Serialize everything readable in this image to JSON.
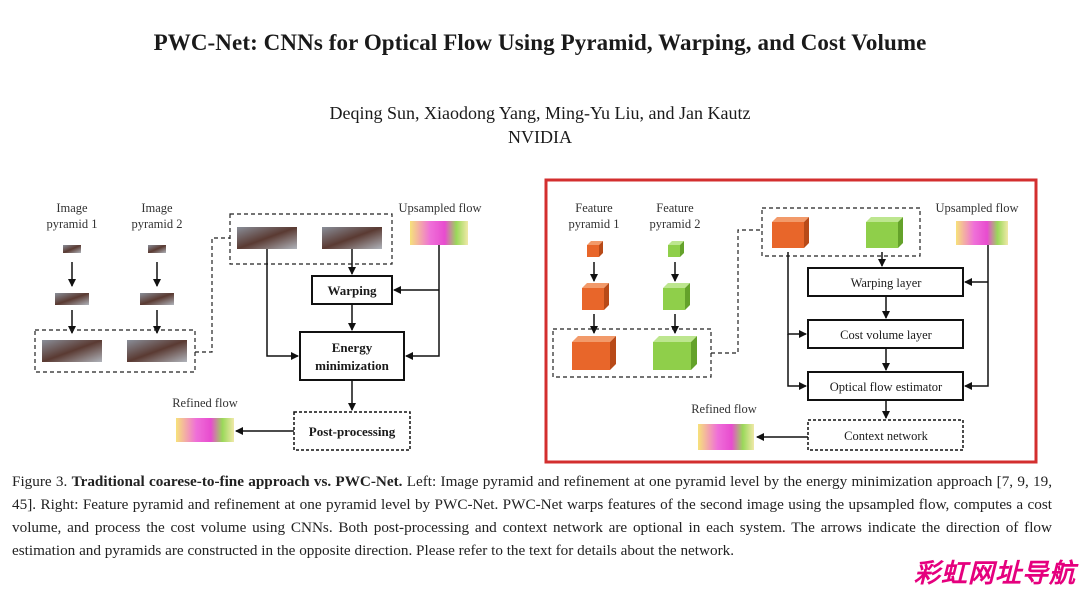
{
  "paper": {
    "title": "PWC-Net: CNNs for Optical Flow Using Pyramid, Warping, and Cost Volume",
    "authors": "Deqing Sun, Xiaodong Yang, Ming-Yu Liu, and Jan Kautz",
    "affiliation": "NVIDIA"
  },
  "left_diagram": {
    "image_pyramid_1": [
      "Image",
      "pyramid 1"
    ],
    "image_pyramid_2": [
      "Image",
      "pyramid 2"
    ],
    "upsampled_flow": "Upsampled flow",
    "warping": "Warping",
    "energy_minimization": [
      "Energy",
      "minimization"
    ],
    "refined_flow": "Refined flow",
    "post_processing": "Post-processing"
  },
  "right_diagram": {
    "feature_pyramid_1": [
      "Feature",
      "pyramid 1"
    ],
    "feature_pyramid_2": [
      "Feature",
      "pyramid 2"
    ],
    "upsampled_flow": "Upsampled flow",
    "warping_layer": "Warping layer",
    "cost_volume_layer": "Cost volume layer",
    "optical_flow_estimator": "Optical flow estimator",
    "refined_flow": "Refined flow",
    "context_network": "Context network",
    "highlight_color": "#d32f2f",
    "feature1_color": "#e8662a",
    "feature2_color": "#8fcf4a"
  },
  "caption": {
    "prefix": "Figure 3. ",
    "bold": "Traditional coarese-to-fine approach vs. PWC-Net.",
    "text": " Left: Image pyramid and refinement at one pyramid level by the energy minimization approach [7, 9, 19, 45]. Right: Feature pyramid and refinement at one pyramid level by PWC-Net. PWC-Net warps features of the second image using the upsampled flow, computes a cost volume, and process the cost volume using CNNs. Both post-processing and context network are optional in each system. The arrows indicate the direction of flow estimation and pyramids are constructed in the opposite direction. Please refer to the text for details about the network."
  },
  "watermark": "彩虹网址导航"
}
